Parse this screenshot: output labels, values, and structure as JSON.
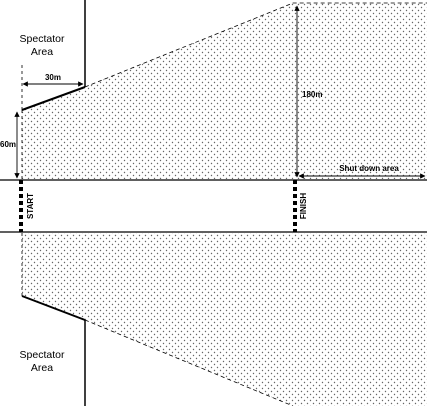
{
  "spectator_top": {
    "line1": "Spectator",
    "line2": "Area"
  },
  "spectator_bottom": {
    "line1": "Spectator",
    "line2": "Area"
  },
  "dimensions": {
    "width_30m": "30m",
    "height_180m": "180m",
    "height_60m": "60m",
    "shutdown_area": "Shut down area"
  },
  "markers": {
    "start": "START",
    "finish": "FINISH"
  },
  "colors": {
    "line": "#000000",
    "stipple_dot": "#555555",
    "background": "#ffffff"
  }
}
